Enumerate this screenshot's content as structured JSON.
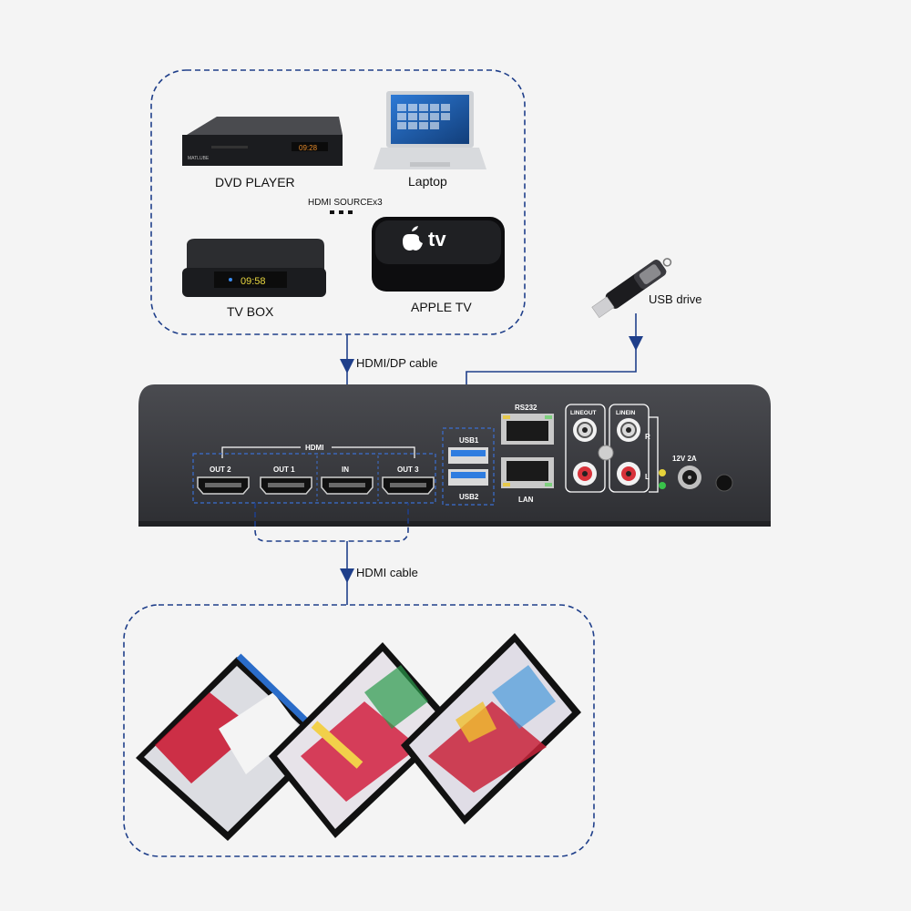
{
  "sources": {
    "dvd_player": "DVD PLAYER",
    "laptop": "Laptop",
    "tv_box": "TV BOX",
    "apple_tv": "APPLE TV",
    "hdmi_source_count": "HDMI SOURCEx3",
    "tv_box_clock": "09:58",
    "dvd_clock": "09:28",
    "dvd_brand": "MATLUBE",
    "apple_tv_logo": "tv"
  },
  "cables": {
    "input_cable": "HDMI/DP cable",
    "output_cable": "HDMI cable",
    "usb_drive": "USB drive"
  },
  "device": {
    "hdmi_group": "HDMI",
    "out2": "OUT 2",
    "out1": "OUT 1",
    "in": "IN",
    "out3": "OUT 3",
    "usb1": "USB1",
    "usb2": "USB2",
    "rs232": "RS232",
    "lan": "LAN",
    "line_out": "LINEOUT",
    "line_in": "LINEIN",
    "right": "R",
    "left": "L",
    "power": "12V 2A"
  },
  "colors": {
    "dashed_line": "#1f3f8a",
    "device_body": "#3a3b3f",
    "usb_blue": "#2f7de0"
  }
}
